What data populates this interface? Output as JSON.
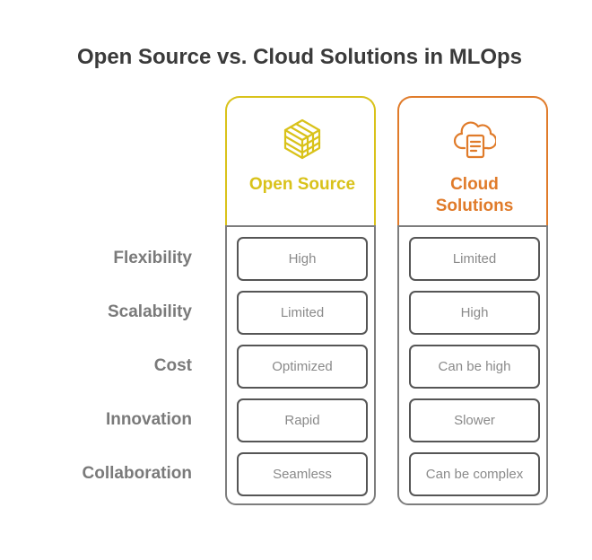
{
  "title": "Open Source vs. Cloud Solutions in MLOps",
  "row_labels": [
    "Flexibility",
    "Scalability",
    "Cost",
    "Innovation",
    "Collaboration"
  ],
  "columns": [
    {
      "title": "Open Source",
      "icon": "lattice-cube-icon",
      "accent": "#d9c21a",
      "values": [
        "High",
        "Limited",
        "Optimized",
        "Rapid",
        "Seamless"
      ]
    },
    {
      "title_lines": [
        "Cloud",
        "Solutions"
      ],
      "icon": "cloud-document-icon",
      "accent": "#e07b2a",
      "values": [
        "Limited",
        "High",
        "Can be high",
        "Slower",
        "Can be complex"
      ]
    }
  ],
  "colors": {
    "title": "#3a3a3a",
    "row_label": "#7a7a7a",
    "cell_text": "#8a8a8a",
    "cell_border": "#555555",
    "column_border": "#7d7d7d"
  }
}
